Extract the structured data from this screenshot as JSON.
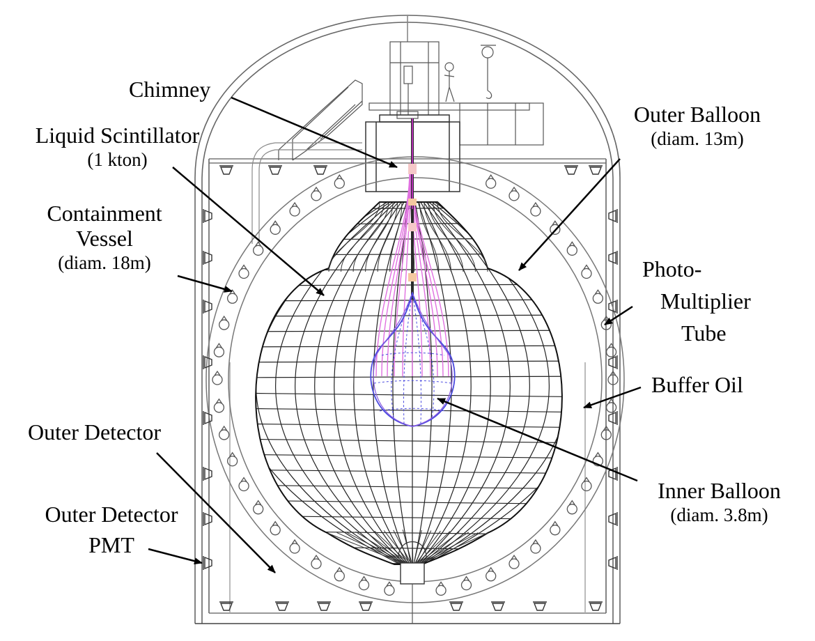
{
  "labels": {
    "chimney": "Chimney",
    "liquid_scintillator": "Liquid Scintillator",
    "liquid_scintillator_mass": "(1 kton)",
    "containment_vessel_1": "Containment",
    "containment_vessel_2": "Vessel",
    "containment_vessel_diam": "(diam. 18m)",
    "outer_balloon": "Outer Balloon",
    "outer_balloon_diam": "(diam. 13m)",
    "pmt_1": "Photo-",
    "pmt_2": "Multiplier",
    "pmt_3": "Tube",
    "buffer_oil": "Buffer Oil",
    "outer_detector": "Outer Detector",
    "outer_detector_pmt_1": "Outer Detector",
    "outer_detector_pmt_2": "PMT",
    "inner_balloon": "Inner Balloon",
    "inner_balloon_diam": "(diam. 3.8m)"
  },
  "colors": {
    "line": "#000000",
    "vessel": "#7a7a7a",
    "inner_balloon": "#4a4adf",
    "suspension": "#e070e0"
  }
}
